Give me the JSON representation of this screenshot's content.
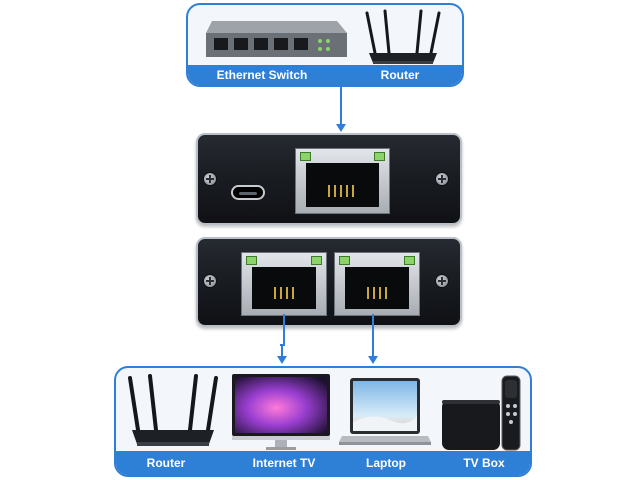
{
  "top_panel": {
    "labels": [
      "Ethernet Switch",
      "Router"
    ]
  },
  "bottom_panel": {
    "labels": [
      "Router",
      "Internet TV",
      "Laptop",
      "TV Box"
    ]
  },
  "colors": {
    "accent_blue": "#2e7fd6",
    "device_body": "#1a1d22",
    "led_green": "#8cd46a"
  }
}
